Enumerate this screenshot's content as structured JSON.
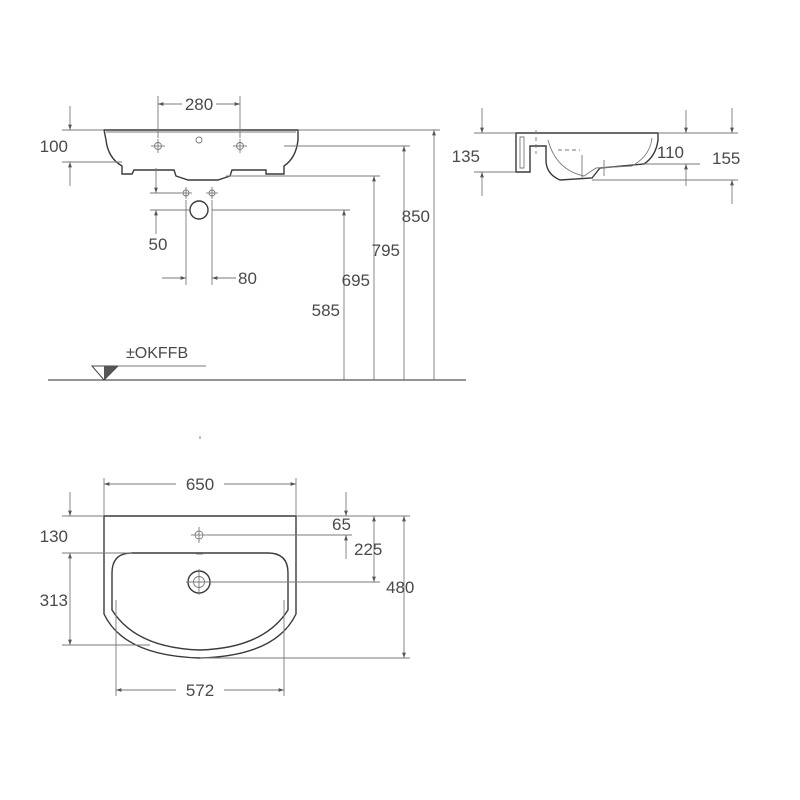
{
  "front_view": {
    "tap_spacing": "280",
    "rim_height": "100",
    "trap_offset": "50",
    "trap_spacing": "80",
    "height_850": "850",
    "height_795": "795",
    "height_695": "695",
    "height_585": "585",
    "floor_reference": "±OKFFB"
  },
  "side_view": {
    "dim_135": "135",
    "dim_110": "110",
    "dim_155": "155"
  },
  "top_view": {
    "width_650": "650",
    "dim_130": "130",
    "dim_65": "65",
    "dim_225": "225",
    "dim_313": "313",
    "depth_480": "480",
    "inner_width_572": "572"
  }
}
